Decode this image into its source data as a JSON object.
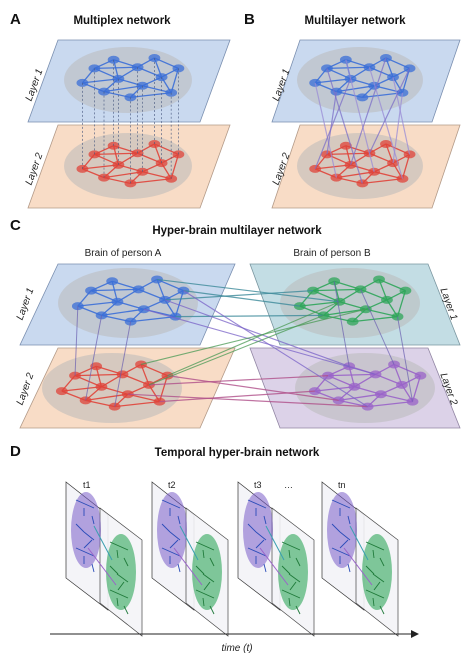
{
  "panels": {
    "A": {
      "label": "A",
      "title": "Multiplex network",
      "layer1": "Layer 1",
      "layer2": "Layer 2"
    },
    "B": {
      "label": "B",
      "title": "Multilayer network",
      "layer1": "Layer 1",
      "layer2": "Layer 2"
    },
    "C": {
      "label": "C",
      "title": "Hyper-brain multilayer network",
      "brainA": "Brain of person A",
      "brainB": "Brain of person B",
      "layer1_left": "Layer 1",
      "layer2_left": "Layer 2",
      "layer1_right": "Layer 1",
      "layer2_right": "Layer 2"
    },
    "D": {
      "label": "D",
      "title": "Temporal hyper-brain network",
      "time_labels": [
        "t1",
        "t2",
        "t3",
        "…",
        "tn"
      ],
      "axis_label": "time (t)"
    }
  },
  "colors": {
    "blue_node": "#3b6fd8",
    "red_node": "#e0443a",
    "green_node": "#2fa65a",
    "purple_node": "#9a63c9",
    "layer_blue": "#c9d9ef",
    "layer_peach": "#f8dcc6",
    "layer_teal": "#c3dde4",
    "layer_purple": "#dcd2e8",
    "brain_gray": "#b9b9b9"
  }
}
